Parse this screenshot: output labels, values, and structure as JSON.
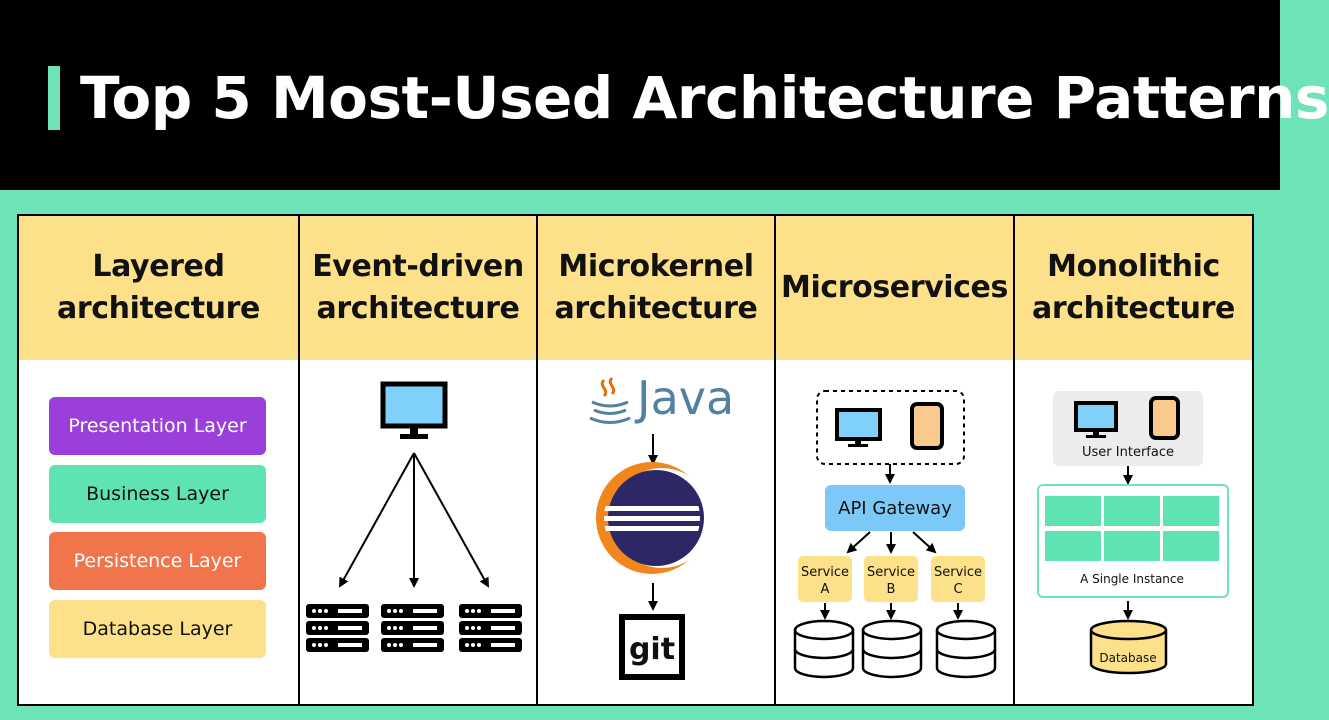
{
  "title": "Top 5 Most-Used Architecture Patterns",
  "colors": {
    "background": "#6ee3b8",
    "banner": "#000000",
    "header_fill": "#fde08a",
    "presentation": "#9b3fdb",
    "business": "#5fe3b3",
    "persistence": "#f2744a",
    "database": "#fde08a",
    "api_gateway": "#7cc9f7",
    "screen": "#7fd0fb",
    "phone": "#f9c98e",
    "eclipse_orange": "#f0861c",
    "eclipse_navy": "#2d2765"
  },
  "columns": [
    {
      "title": "Layered\narchitecture"
    },
    {
      "title": "Event-driven\narchitecture"
    },
    {
      "title": "Microkernel\narchitecture"
    },
    {
      "title": "Microservices"
    },
    {
      "title": "Monolithic\narchitecture"
    }
  ],
  "layered": {
    "layers": [
      {
        "label": "Presentation Layer",
        "color": "#9b3fdb",
        "text_color": "#ffffff"
      },
      {
        "label": "Business Layer",
        "color": "#5fe3b3",
        "text_color": "#111111"
      },
      {
        "label": "Persistence Layer",
        "color": "#f2744a",
        "text_color": "#ffffff"
      },
      {
        "label": "Database Layer",
        "color": "#fde08a",
        "text_color": "#111111"
      }
    ]
  },
  "event_driven": {
    "source_icon": "monitor-icon",
    "consumer_icon": "server-rack-icon"
  },
  "microkernel": {
    "core_label": "Java",
    "core_icon": "java-logo-icon",
    "plugin_icon": "eclipse-logo-icon",
    "vcs_label": "git"
  },
  "microservices": {
    "gateway_label": "API Gateway",
    "services": [
      {
        "line1": "Service",
        "line2": "A"
      },
      {
        "line1": "Service",
        "line2": "B"
      },
      {
        "line1": "Service",
        "line2": "C"
      }
    ]
  },
  "monolithic": {
    "ui_label": "User Interface",
    "instance_label": "A Single Instance",
    "database_label": "Database"
  }
}
